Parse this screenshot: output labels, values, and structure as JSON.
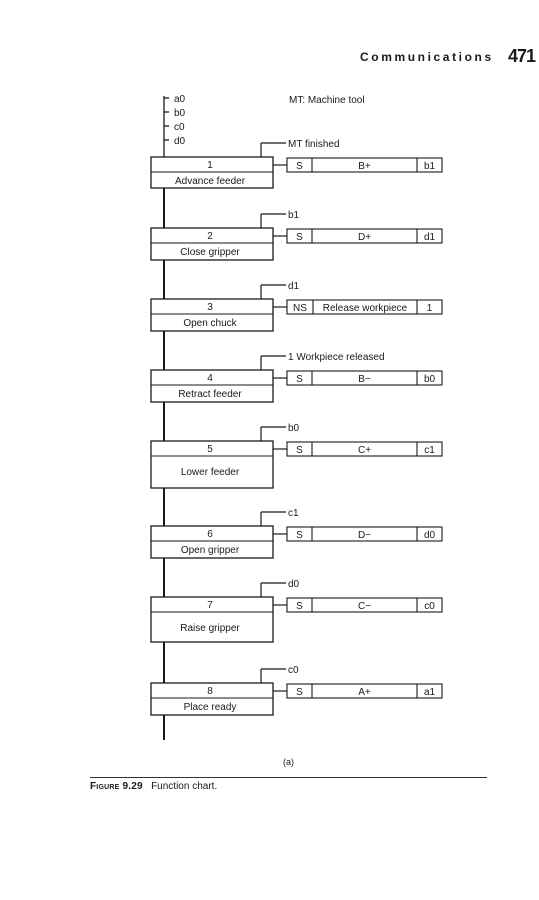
{
  "header": {
    "title": "Communications",
    "page": "471"
  },
  "top_signals": [
    "a0",
    "b0",
    "c0",
    "d0"
  ],
  "legend": "MT: Machine tool",
  "steps": [
    {
      "num": "1",
      "label": "Advance feeder",
      "cond": "MT finished",
      "qual": "S",
      "action": "B+",
      "resp": "b1"
    },
    {
      "num": "2",
      "label": "Close gripper",
      "cond": "b1",
      "qual": "S",
      "action": "D+",
      "resp": "d1"
    },
    {
      "num": "3",
      "label": "Open chuck",
      "cond": "d1",
      "qual": "NS",
      "action": "Release workpiece",
      "resp": "1"
    },
    {
      "num": "4",
      "label": "Retract feeder",
      "cond": "1  Workpiece released",
      "qual": "S",
      "action": "B−",
      "resp": "b0"
    },
    {
      "num": "5",
      "label": "Lower feeder",
      "cond": "b0",
      "qual": "S",
      "action": "C+",
      "resp": "c1"
    },
    {
      "num": "6",
      "label": "Open gripper",
      "cond": "c1",
      "qual": "S",
      "action": "D−",
      "resp": "d0"
    },
    {
      "num": "7",
      "label": "Raise gripper",
      "cond": "d0",
      "qual": "S",
      "action": "C−",
      "resp": "c0"
    },
    {
      "num": "8",
      "label": "Place ready",
      "cond": "c0",
      "qual": "S",
      "action": "A+",
      "resp": "a1"
    }
  ],
  "panel_label": "(a)",
  "caption": {
    "figure_word": "Figure",
    "figure_num": "9.29",
    "text": "Function chart."
  }
}
